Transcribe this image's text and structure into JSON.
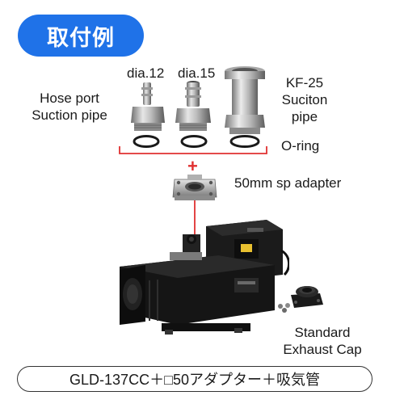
{
  "header": {
    "badge_label": "取付例"
  },
  "parts": {
    "dia12_label": "dia.12",
    "dia15_label": "dia.15",
    "hose_port_line1": "Hose port",
    "hose_port_line2": "Suction pipe",
    "kf25_line1": "KF-25",
    "kf25_line2": "Suciton",
    "kf25_line3": "pipe",
    "oring_label": "O-ring",
    "plus_sign": "+",
    "adapter_label": "50mm sp adapter",
    "exhaust_line1": "Standard",
    "exhaust_line2": "Exhaust Cap"
  },
  "caption": {
    "text": "GLD-137CC＋□50アダプター＋吸気管"
  },
  "colors": {
    "badge": "#1f72e8",
    "connector": "#e03030",
    "pump_body": "#151515"
  }
}
